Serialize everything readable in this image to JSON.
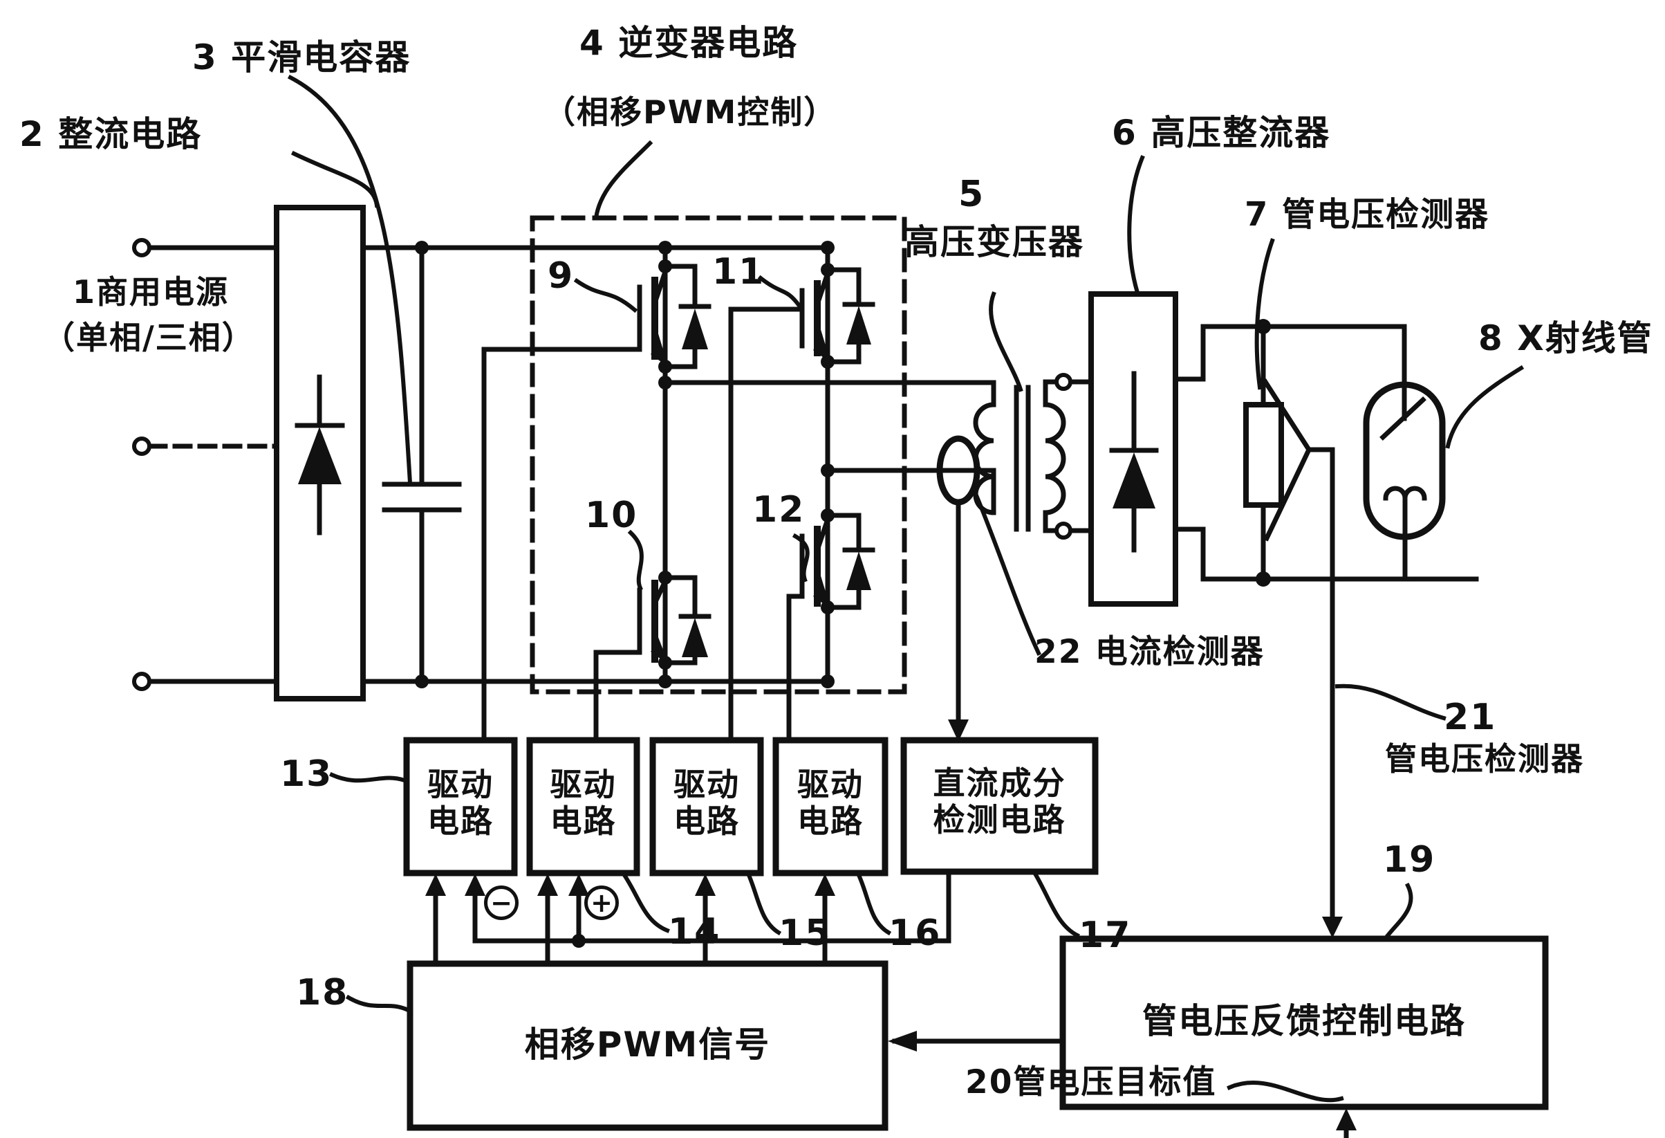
{
  "figure": {
    "type": "patent_circuit_diagram",
    "background": "#ffffff",
    "ink": "#111111",
    "labels": {
      "power_source_line1": "1商用电源",
      "power_source_line2": "（单相/三相）",
      "rectifier2": "2 整流电路",
      "smoothing_capacitor3": "3 平滑电容器",
      "inverter4_line1": "4 逆变器电路",
      "inverter4_line2": "（相移PWM控制）",
      "transformer5_num": "5",
      "transformer5": "高压变压器",
      "hv_rectifier6": "6 高压整流器",
      "tube_voltage_detector7": "7 管电压检测器",
      "xray_tube8": "8 X射线管",
      "igbt9": "9",
      "igbt10": "10",
      "igbt11": "11",
      "igbt12": "12",
      "drive13": "13",
      "drive14": "14",
      "drive15": "15",
      "drive16": "16",
      "dc_detect17": "17",
      "pwm18": "18",
      "feedback19": "19",
      "target20": "20管电压目标值",
      "detector21_num": "21",
      "detector21": "管电压检测器",
      "current22": "22 电流检测器"
    },
    "boxes": {
      "drive_circuit": "驱动\n电路",
      "dc_component": "直流成分\n检测电路",
      "pwm_signal": "相移PWM信号",
      "feedback_control": "管电压反馈控制电路"
    },
    "badges": {
      "minus": "−",
      "plus": "+"
    }
  }
}
